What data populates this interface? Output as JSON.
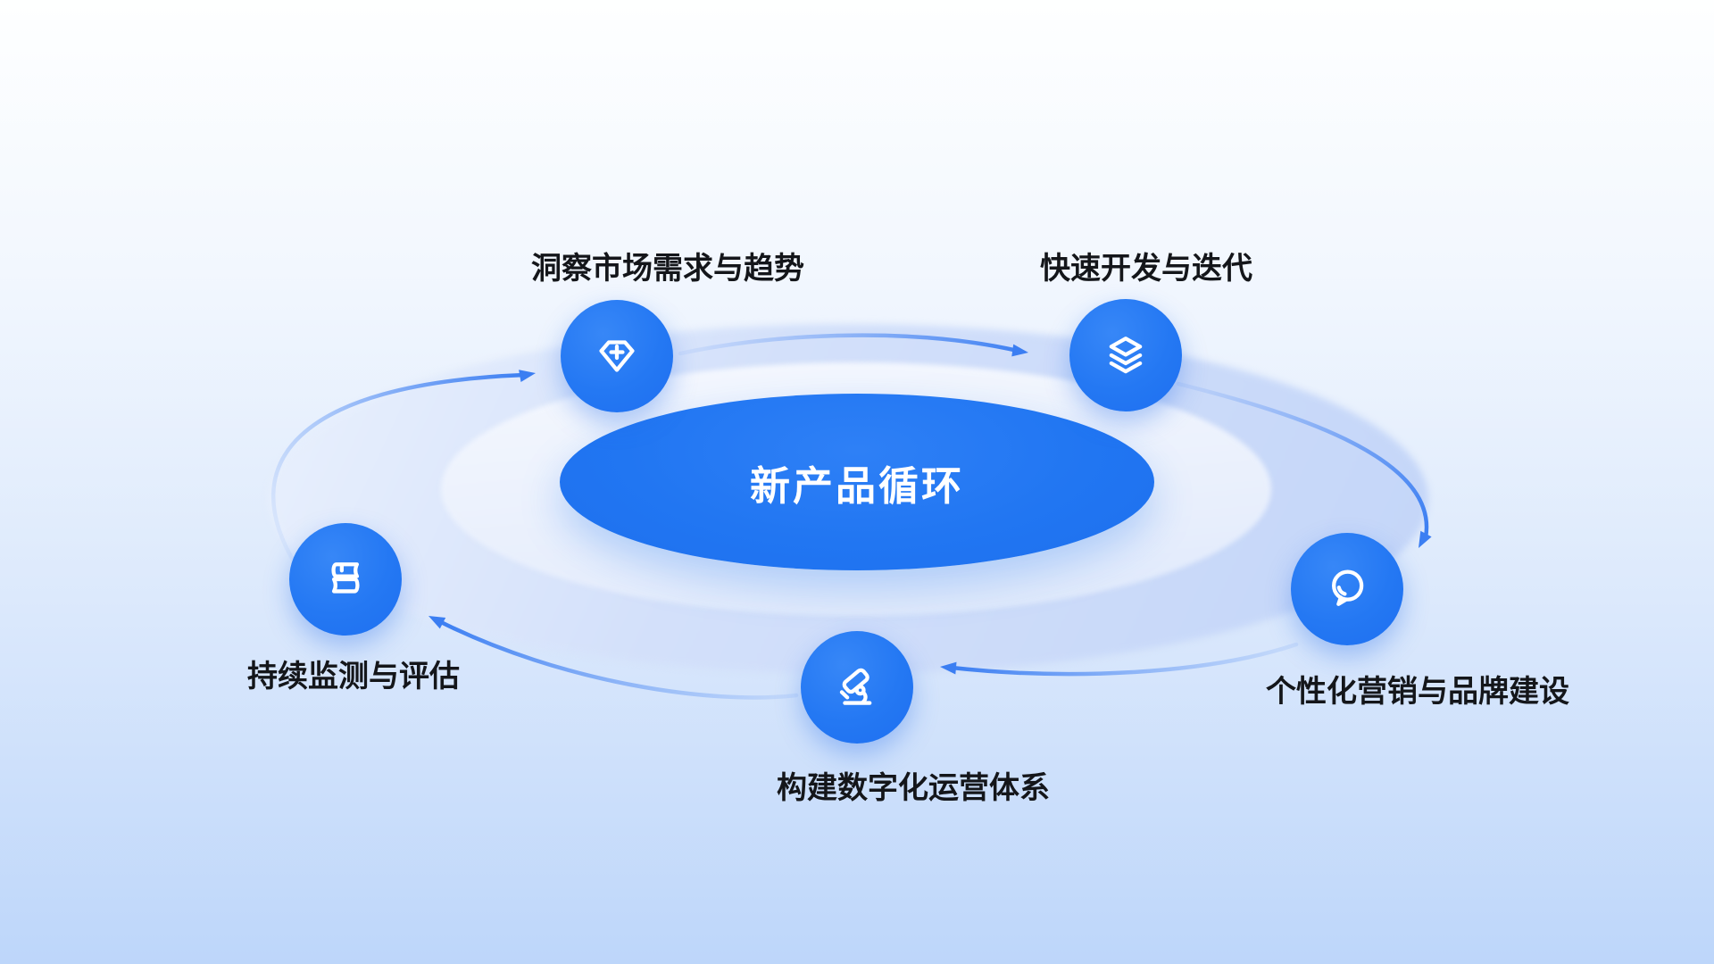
{
  "diagram": {
    "title": "新产品循环",
    "flow_direction": "clockwise",
    "nodes": [
      {
        "id": "insight",
        "label": "洞察市场需求与趋势",
        "icon": "gem-plus-icon",
        "position": "top-left"
      },
      {
        "id": "develop",
        "label": "快速开发与迭代",
        "icon": "layers-icon",
        "position": "top-right"
      },
      {
        "id": "marketing",
        "label": "个性化营销与品牌建设",
        "icon": "chat-bubble-icon",
        "position": "right"
      },
      {
        "id": "operation",
        "label": "构建数字化运营体系",
        "icon": "microscope-icon",
        "position": "bottom"
      },
      {
        "id": "monitor",
        "label": "持续监测与评估",
        "icon": "books-icon",
        "position": "left"
      }
    ],
    "colors": {
      "node_blue": "#2478f3",
      "center_blue": "#2176f2",
      "arrow_blue": "#3b7ef2",
      "background_top": "#fdfeff",
      "background_bottom": "#bdd6fa",
      "label_text": "#14161a"
    }
  }
}
